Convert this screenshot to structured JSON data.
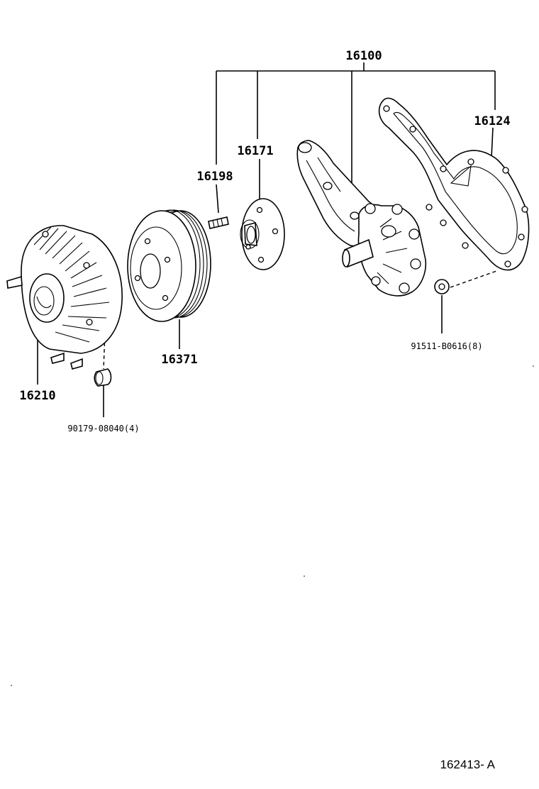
{
  "diagram": {
    "reference": "162413- A",
    "labels": {
      "water_pump_assy": "16100",
      "water_pump_gasket": "16124",
      "flange": "16171",
      "stud": "16198",
      "fan_coupling": "16210",
      "pulley": "16371",
      "coupling_nut": "90179-08040(4)",
      "pump_nut": "91511-B0616(8)"
    }
  }
}
